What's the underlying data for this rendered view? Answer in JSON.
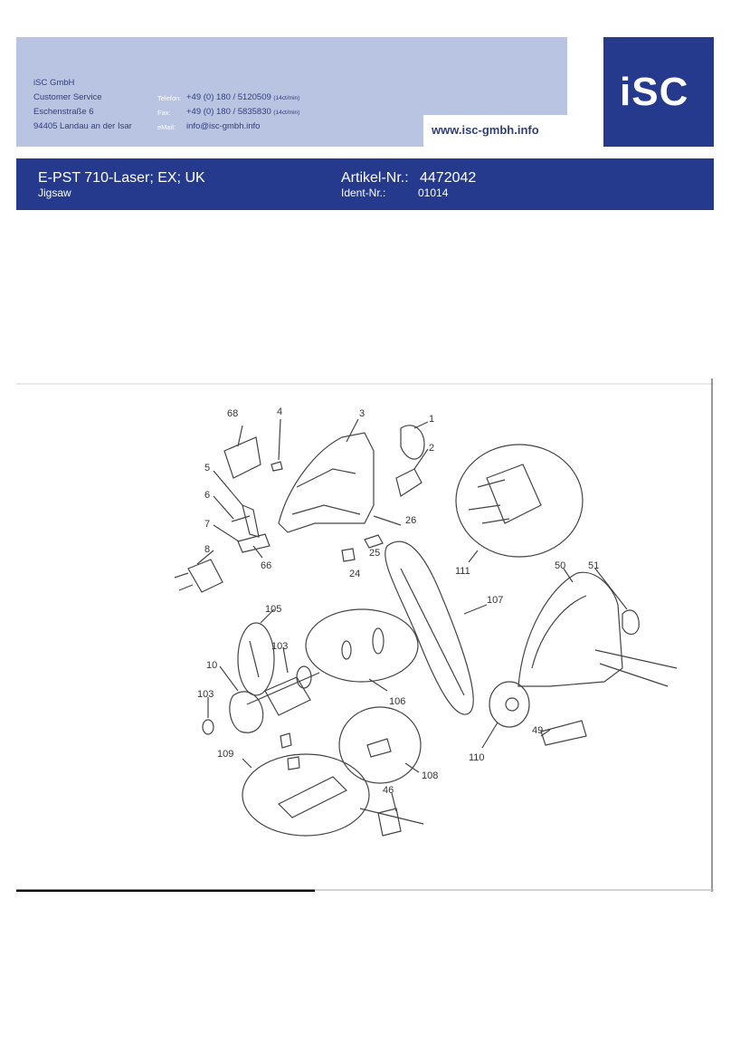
{
  "company": {
    "name": "iSC GmbH",
    "dept": "Customer Service",
    "street": "Eschenstraße 6",
    "city": "94405 Landau an der Isar"
  },
  "contact": {
    "phone_label": "Telefon:",
    "phone": "+49 (0) 180 / 5120509",
    "phone_note": "(14ct/min)",
    "fax_label": "Fax:",
    "fax": "+49 (0) 180 / 5835830",
    "fax_note": "(14ct/min)",
    "email_label": "eMail:",
    "email": "info@isc-gmbh.info"
  },
  "website": "www.isc-gmbh.info",
  "logo_text": "iSC",
  "product": {
    "title": "E-PST 710-Laser; EX; UK",
    "subtitle": "Jigsaw",
    "article_label": "Artikel-Nr.:",
    "article_no": "4472042",
    "ident_label": "Ident-Nr.:",
    "ident_no": "01014"
  },
  "colors": {
    "header_light": "#b9c3e2",
    "header_dark": "#253a8c",
    "text_blue": "#2f3f7a"
  },
  "diagram": {
    "part_labels": [
      "68",
      "4",
      "3",
      "1",
      "2",
      "5",
      "6",
      "7",
      "8",
      "66",
      "26",
      "25",
      "24",
      "111",
      "50",
      "51",
      "105",
      "103",
      "107",
      "10",
      "103",
      "106",
      "110",
      "49",
      "109",
      "108",
      "46"
    ]
  }
}
